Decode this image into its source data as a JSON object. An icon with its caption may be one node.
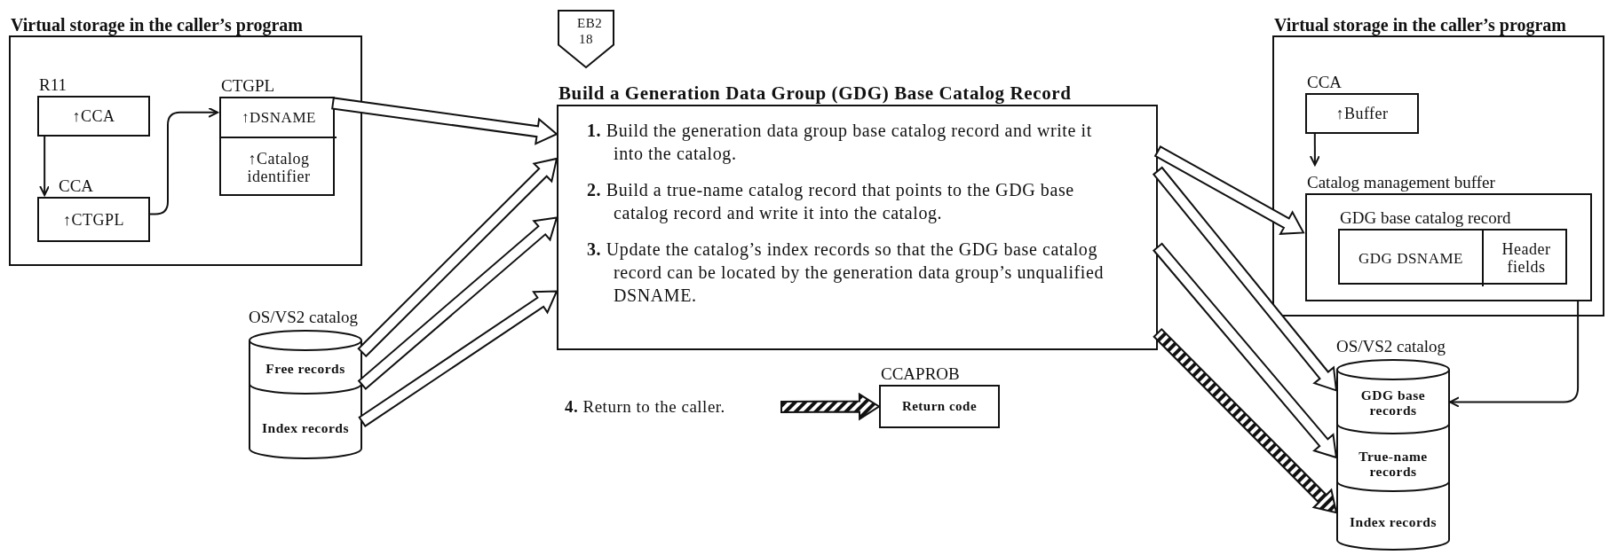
{
  "diagram": {
    "nodes": [
      {
        "text": [
          "Virtual storage in the caller’s program"
        ]
      },
      {
        "text": [
          "R11",
          "↑CCA"
        ],
        "in": 0
      },
      {
        "text": [
          "CCA",
          "↑CTGPL"
        ],
        "in": 0
      },
      {
        "text": [
          "CTGPL"
        ],
        "in": 0
      },
      {
        "text": [
          "↑DSNAME"
        ],
        "in": 3
      },
      {
        "text": [
          "↑Catalog identifier"
        ],
        "in": 3
      },
      {
        "text": [
          "OS/VS2 catalog"
        ]
      },
      {
        "text": [
          "Free records"
        ],
        "in": 6
      },
      {
        "text": [
          "Index records"
        ],
        "in": 6
      },
      {
        "text": [
          "EB2 18"
        ]
      },
      {
        "text": [
          "Build a Generation Data Group (GDG) Base Catalog Record",
          "**1.** Build the generation data group base catalog record and write it into the catalog.",
          "**2.** Build a true-name catalog record that points to the GDG base catalog record and write it into the catalog.",
          "**3.** Update the catalog’s index records so that the GDG base catalog record can be located by the generation data group’s unqualified DSNAME."
        ]
      },
      {
        "text": [
          "**4.** Return to the caller."
        ]
      },
      {
        "text": [
          "CCAPROB",
          "Return code"
        ]
      },
      {
        "text": [
          "Virtual storage in the caller’s program"
        ]
      },
      {
        "text": [
          "CCA",
          "↑Buffer"
        ],
        "in": 13
      },
      {
        "text": [
          "Catalog management buffer"
        ],
        "in": 13
      },
      {
        "text": [
          "GDG base catalog record"
        ],
        "in": 15
      },
      {
        "text": [
          "GDG DSNAME"
        ],
        "in": 16
      },
      {
        "text": [
          "Header fields"
        ],
        "in": 16
      },
      {
        "text": [
          "OS/VS2 catalog"
        ]
      },
      {
        "text": [
          "GDG base records"
        ],
        "in": 19
      },
      {
        "text": [
          "True-name records"
        ],
        "in": 19
      },
      {
        "text": [
          "Index records"
        ],
        "in": 19
      }
    ],
    "edges": [
      {
        "from": 1,
        "to": 2,
        "arrow": "to"
      },
      {
        "from": 2,
        "to": 4,
        "arrow": "to"
      },
      {
        "from": 4,
        "to": 10,
        "arrow": "to",
        "style": "thick"
      },
      {
        "from": 7,
        "to": 10,
        "arrow": "to",
        "style": "thick"
      },
      {
        "from": 7,
        "to": 10,
        "arrow": "to",
        "style": "thick"
      },
      {
        "from": 8,
        "to": 10,
        "arrow": "to",
        "style": "thick"
      },
      {
        "from": 10,
        "to": 15,
        "arrow": "to",
        "style": "thick"
      },
      {
        "from": 10,
        "to": 20,
        "arrow": "to",
        "style": "thick"
      },
      {
        "from": 10,
        "to": 21,
        "arrow": "to",
        "style": "thick"
      },
      {
        "from": 10,
        "to": 22,
        "arrow": "to",
        "style": "dashed"
      },
      {
        "from": 11,
        "to": 12,
        "arrow": "to",
        "style": "dashed"
      },
      {
        "from": 14,
        "to": 15,
        "arrow": "to"
      },
      {
        "from": 15,
        "to": 20,
        "arrow": "to"
      }
    ]
  }
}
